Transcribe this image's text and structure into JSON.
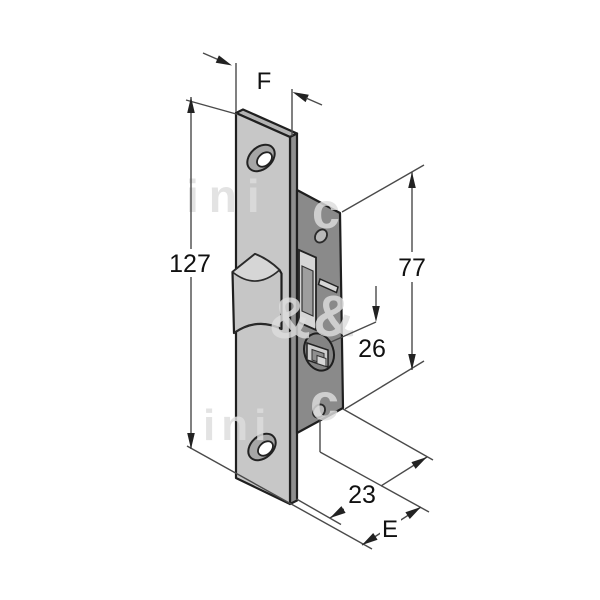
{
  "drawing": {
    "subject": "mortise-lock-technical-diagram",
    "background_color": "#ffffff",
    "line_color": "#1f1f1f",
    "faceplate_color": "#c7c7c7",
    "faceplate_side_color": "#8f8f8f",
    "case_color": "#8a8a8a",
    "labels": {
      "plate_height": "127",
      "case_height": "77",
      "follower_offset": "26",
      "case_depth": "23",
      "plate_width": "F",
      "backset": "E"
    },
    "watermark": {
      "w1": "ini",
      "w2": "c",
      "w3": "&",
      "w4": "&",
      "w5": "c",
      "w6": "ini"
    }
  }
}
